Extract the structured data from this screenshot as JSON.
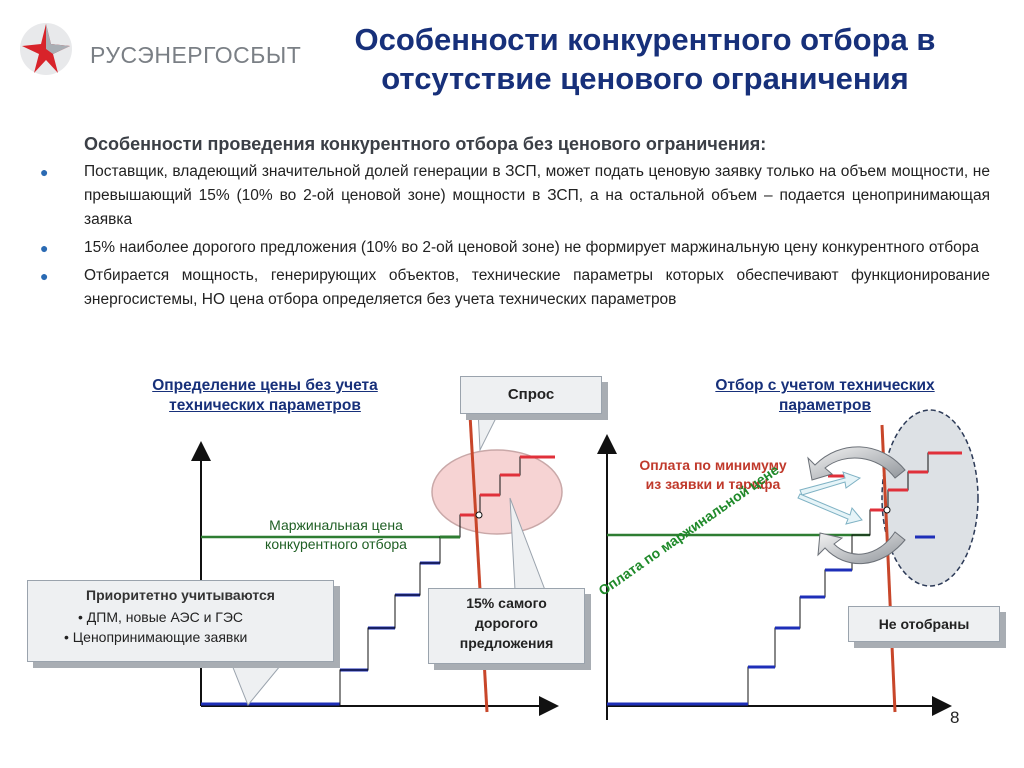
{
  "header": {
    "logo_text": "РУСЭНЕРГОСБЫТ",
    "title_line1": "Особенности конкурентного отбора в",
    "title_line2": "отсутствие ценового ограничения"
  },
  "subtitle": "Особенности проведения конкурентного отбора без ценового ограничения:",
  "bullets": [
    "Поставщик, владеющий значительной долей генерации в ЗСП, может подать ценовую заявку только на объем мощности, не превышающий 15% (10% во 2-ой ценовой зоне) мощности в ЗСП, а на остальной объем – подается ценопринимающая заявка",
    "15% наиболее дорогого предложения (10% во 2-ой ценовой зоне) не формирует маржинальную цену конкурентного отбора",
    "Отбирается мощность, генерирующих объектов, технические параметры которых обеспечивают функционирование энергосистемы, НО цена отбора определяется без учета технических параметров"
  ],
  "left_diagram": {
    "heading_line1": "Определение цены без учета",
    "heading_line2": "технических параметров",
    "marginal_price_line1": "Маржинальная цена",
    "marginal_price_line2": "конкурентного отбора",
    "priority_box": {
      "title": "Приоритетно учитываются",
      "items": [
        "ДПМ, новые АЭС и ГЭС",
        "Ценопринимающие заявки"
      ]
    },
    "expensive_box_line1": "15% самого",
    "expensive_box_line2": "дорогого",
    "expensive_box_line3": "предложения"
  },
  "demand_box": "Спрос",
  "right_diagram": {
    "heading_line1": "Отбор с учетом технических",
    "heading_line2": "параметров",
    "min_payment_line1": "Оплата по минимуму",
    "min_payment_line2": "из заявки и тарифа",
    "marginal_payment": "Оплата по маржинальной цене",
    "not_selected": "Не отобраны"
  },
  "page_number": "8",
  "colors": {
    "title": "#17307a",
    "blue_step": "#1e2fb8",
    "red_step": "#e0303a",
    "demand_line": "#c8462a",
    "marginal_line": "#2e7d32",
    "min_payment_text": "#c0392b",
    "marginal_payment_text": "#1f8a2a"
  }
}
